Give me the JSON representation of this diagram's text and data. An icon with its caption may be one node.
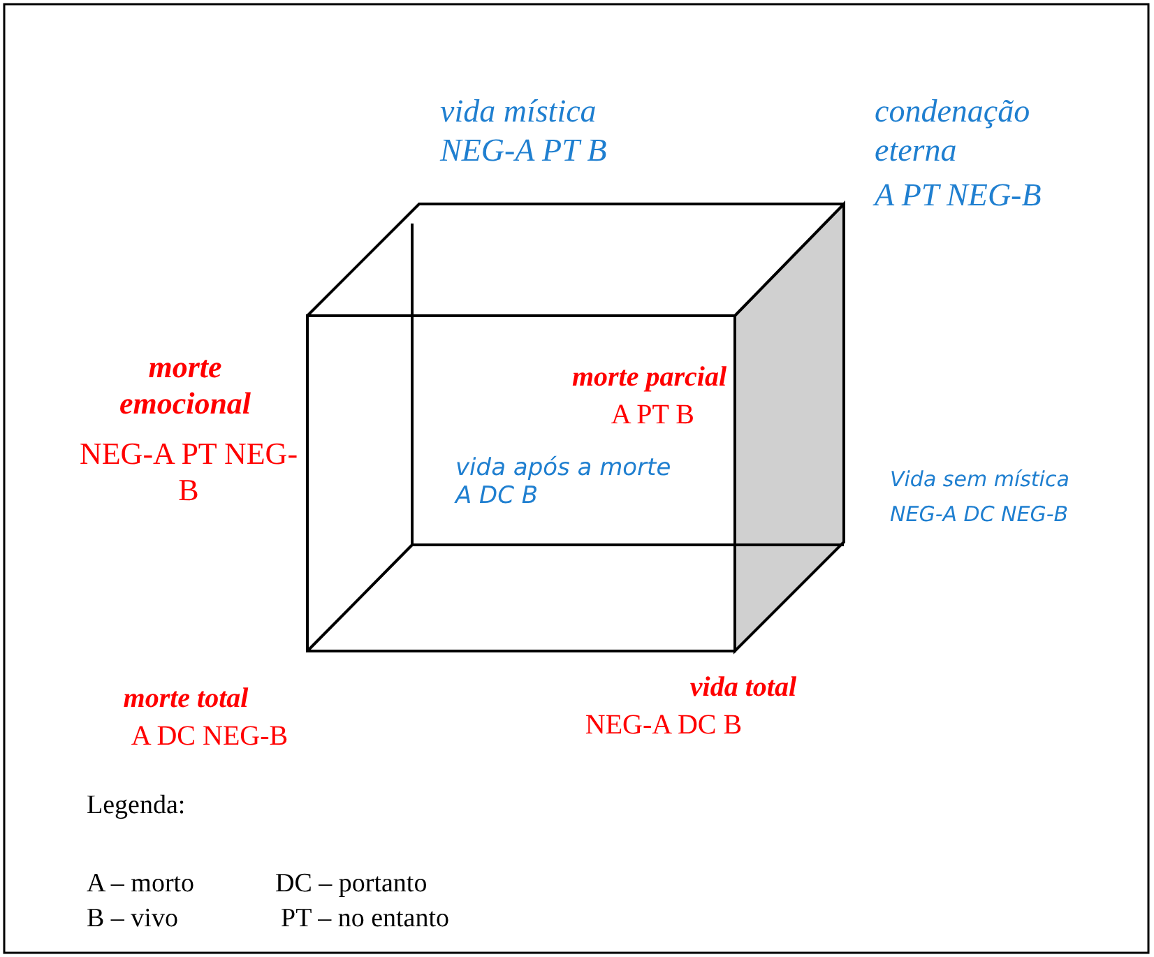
{
  "diagram": {
    "labels": [
      "vida mística",
      "NEG-A PT B",
      "condenação eterna",
      "A PT NEG-B",
      "morte emocional",
      "morte parcial",
      "A PT B",
      "NEG-A PT NEG-B",
      "vida após a morte A DC B",
      "Vida sem mística",
      "NEG-A DC NEG-B",
      "vida total",
      "morte total",
      "NEG-A DC B",
      "A DC NEG-B",
      "Legenda:",
      "A – morto",
      "DC – portanto",
      "B – vivo",
      "PT – no entanto"
    ]
  }
}
